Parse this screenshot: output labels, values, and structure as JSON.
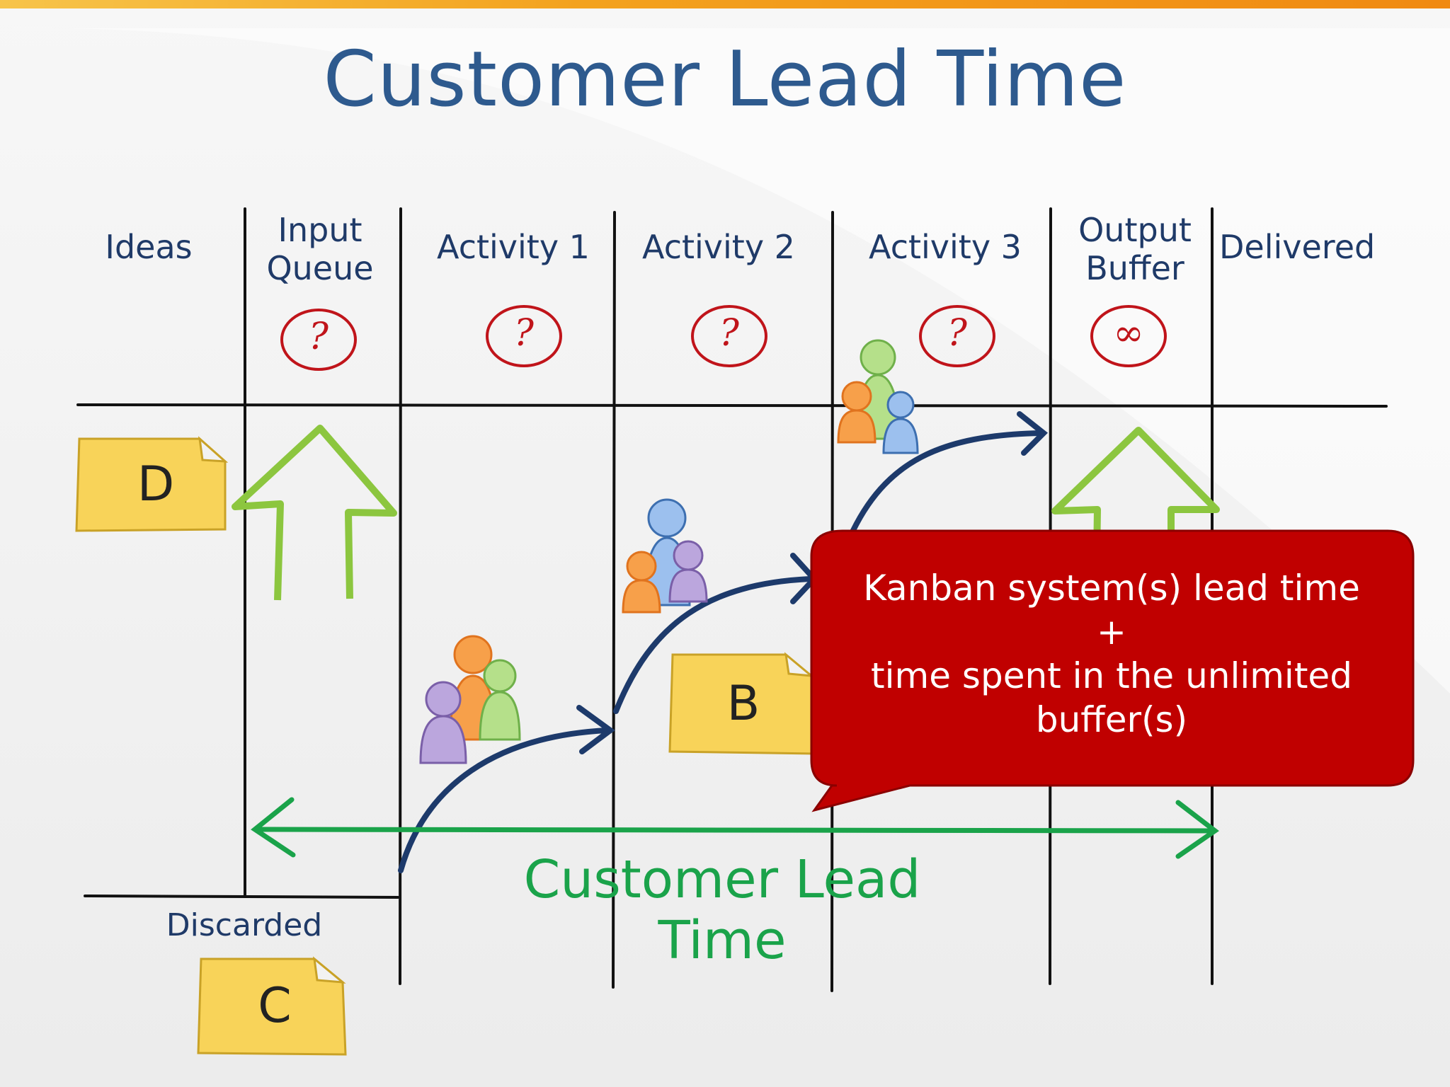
{
  "title": "Customer Lead Time",
  "columns": [
    {
      "label": "Ideas"
    },
    {
      "label": "Input Queue"
    },
    {
      "label": "Activity 1"
    },
    {
      "label": "Activity 2"
    },
    {
      "label": "Activity 3"
    },
    {
      "label": "Output Buffer"
    },
    {
      "label": "Delivered"
    }
  ],
  "wip_limits": {
    "input_queue": "?",
    "activity_1": "?",
    "activity_2": "?",
    "activity_3": "?",
    "output_buffer": "∞"
  },
  "stickies": {
    "d": "D",
    "b": "B",
    "c": "C"
  },
  "discarded_label": "Discarded",
  "lead_time_label": "Customer Lead Time",
  "callout": {
    "line1": "Kanban system(s) lead time",
    "line2": "+",
    "line3": "time spent in the unlimited",
    "line4": "buffer(s)"
  },
  "colors": {
    "title": "#2e5a8e",
    "column_label": "#1f3a68",
    "wip_circle": "#c0141a",
    "sticky": "#f8d359",
    "green_arrow": "#8cc63f",
    "lead_arrow": "#1aa34a",
    "flow_arrow": "#1d3a6b",
    "callout": "#c00000",
    "accent_bar": "#f3a21e"
  }
}
